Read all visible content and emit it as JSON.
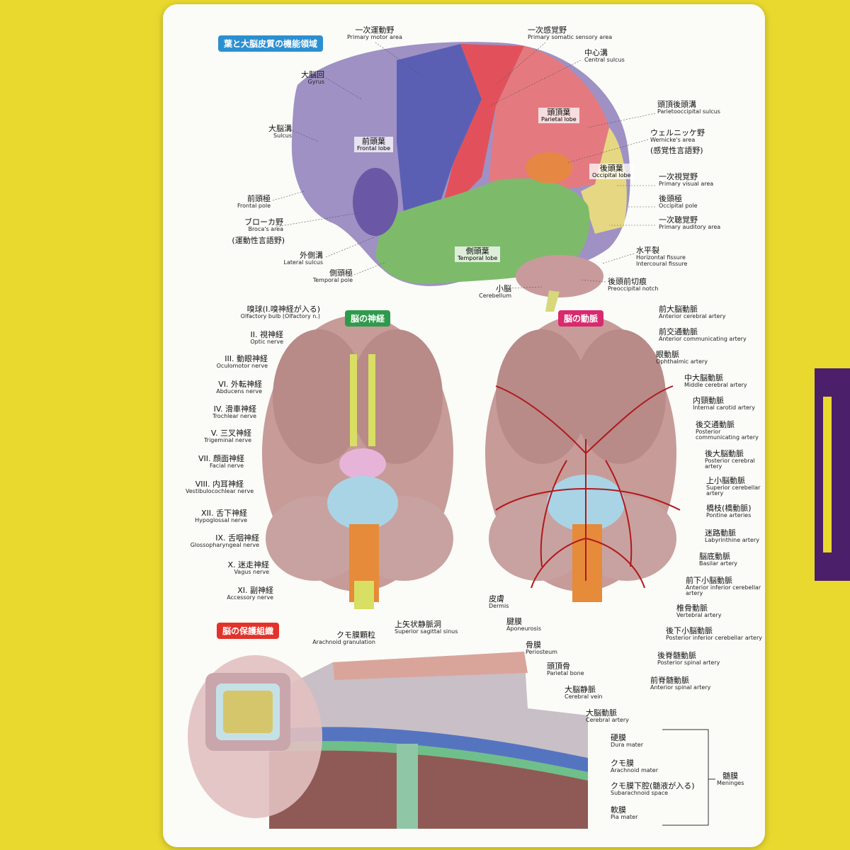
{
  "colors": {
    "background": "#e9d92f",
    "accent_purple": "#5b2a7a",
    "title_blue": "#2b8fd0",
    "title_green": "#2e9a4c",
    "title_pink": "#d9296f",
    "title_red": "#e2332a"
  },
  "titles": {
    "lobes": "葉と大脳皮質の機能領域",
    "nerves": "脳の神経",
    "arteries": "脳の動脈",
    "protection": "脳の保護組織"
  },
  "lobe_labels": [
    {
      "jp": "一次運動野",
      "en": "Primary motor area"
    },
    {
      "jp": "一次感覚野",
      "en": "Primary somatic sensory area"
    },
    {
      "jp": "中心溝",
      "en": "Central sulcus"
    },
    {
      "jp": "大脳回",
      "en": "Gyrus"
    },
    {
      "jp": "頭頂後頭溝",
      "en": "Parietooccipital sulcus"
    },
    {
      "jp": "大脳溝",
      "en": "Sulcus"
    },
    {
      "jp": "ウェルニッケ野",
      "en": "Wernicke's area"
    },
    {
      "jp": "(感覚性言語野)",
      "en": ""
    },
    {
      "jp": "一次視覚野",
      "en": "Primary visual area"
    },
    {
      "jp": "前頭極",
      "en": "Frontal pole"
    },
    {
      "jp": "後頭極",
      "en": "Occipital pole"
    },
    {
      "jp": "ブローカ野",
      "en": "Broca's area"
    },
    {
      "jp": "(運動性言語野)",
      "en": ""
    },
    {
      "jp": "一次聴覚野",
      "en": "Primary auditory area"
    },
    {
      "jp": "外側溝",
      "en": "Lateral sulcus"
    },
    {
      "jp": "水平裂",
      "en": "Horizontal fissure"
    },
    {
      "jp": "",
      "en": "Intercoural fissure"
    },
    {
      "jp": "側頭極",
      "en": "Temporal pole"
    },
    {
      "jp": "後頭前切痕",
      "en": "Preoccipital notch"
    },
    {
      "jp": "小脳",
      "en": "Cerebellum"
    }
  ],
  "lobe_tags": [
    {
      "jp": "前頭葉",
      "en": "Frontal lobe"
    },
    {
      "jp": "頭頂葉",
      "en": "Parietal lobe"
    },
    {
      "jp": "後頭葉",
      "en": "Occipital lobe"
    },
    {
      "jp": "側頭葉",
      "en": "Temporal lobe"
    }
  ],
  "nerve_labels": [
    {
      "jp": "嗅球(I.嗅神経が入る)",
      "en": "Olfactory bulb (Olfactory n.)"
    },
    {
      "jp": "II. 視神経",
      "en": "Optic nerve"
    },
    {
      "jp": "III. 動眼神経",
      "en": "Oculomotor nerve"
    },
    {
      "jp": "VI. 外転神経",
      "en": "Abducens nerve"
    },
    {
      "jp": "IV. 滑車神経",
      "en": "Trochlear nerve"
    },
    {
      "jp": "V. 三叉神経",
      "en": "Trigeminal nerve"
    },
    {
      "jp": "VII. 顔面神経",
      "en": "Facial nerve"
    },
    {
      "jp": "VIII. 内耳神経",
      "en": "Vestibulocochlear nerve"
    },
    {
      "jp": "XII. 舌下神経",
      "en": "Hypoglossal nerve"
    },
    {
      "jp": "IX. 舌咽神経",
      "en": "Glossopharyngeal nerve"
    },
    {
      "jp": "X. 迷走神経",
      "en": "Vagus nerve"
    },
    {
      "jp": "XI. 副神経",
      "en": "Accessory nerve"
    }
  ],
  "artery_labels": [
    {
      "jp": "前大脳動脈",
      "en": "Anterior cerebral artery"
    },
    {
      "jp": "前交通動脈",
      "en": "Anterior communicating artery"
    },
    {
      "jp": "眼動脈",
      "en": "Ophthalmic artery"
    },
    {
      "jp": "中大脳動脈",
      "en": "Middle cerebral artery"
    },
    {
      "jp": "内頸動脈",
      "en": "Internal carotid artery"
    },
    {
      "jp": "後交通動脈",
      "en": "Posterior communicating artery"
    },
    {
      "jp": "後大脳動脈",
      "en": "Posterior cerebral artery"
    },
    {
      "jp": "上小脳動脈",
      "en": "Superior cerebellar artery"
    },
    {
      "jp": "橋枝(橋動脈)",
      "en": "Pontine arteries"
    },
    {
      "jp": "迷路動脈",
      "en": "Labyrinthine artery"
    },
    {
      "jp": "脳底動脈",
      "en": "Basilar artery"
    },
    {
      "jp": "前下小脳動脈",
      "en": "Anterior inferior cerebellar artery"
    },
    {
      "jp": "椎骨動脈",
      "en": "Vertebral artery"
    },
    {
      "jp": "後下小脳動脈",
      "en": "Posterior inferior cerebellar artery"
    },
    {
      "jp": "後脊髄動脈",
      "en": "Posterior spinal artery"
    },
    {
      "jp": "前脊髄動脈",
      "en": "Anterior spinal artery"
    }
  ],
  "protection_labels": [
    {
      "jp": "皮膚",
      "en": "Dermis"
    },
    {
      "jp": "腱膜",
      "en": "Aponeurosis"
    },
    {
      "jp": "骨膜",
      "en": "Periosteum"
    },
    {
      "jp": "頭頂骨",
      "en": "Parietal bone"
    },
    {
      "jp": "大脳静脈",
      "en": "Cerebral vein"
    },
    {
      "jp": "大脳動脈",
      "en": "Cerebral artery"
    },
    {
      "jp": "クモ膜顆粒",
      "en": "Arachnoid granulation"
    },
    {
      "jp": "上矢状静脈洞",
      "en": "Superior sagittal sinus"
    },
    {
      "jp": "硬膜",
      "en": "Dura mater"
    },
    {
      "jp": "クモ膜",
      "en": "Arachnoid mater"
    },
    {
      "jp": "クモ膜下腔(髄液が入る)",
      "en": "Subarachnoid space"
    },
    {
      "jp": "軟膜",
      "en": "Pia mater"
    },
    {
      "jp": "髄膜",
      "en": "Meninges"
    }
  ]
}
